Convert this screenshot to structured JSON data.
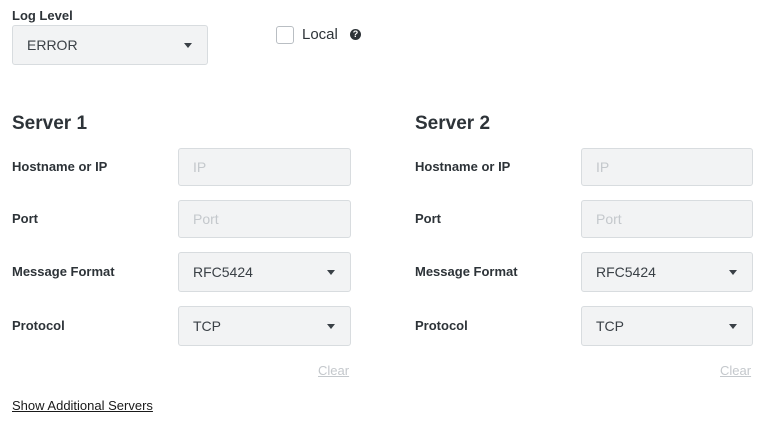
{
  "log_level": {
    "label": "Log Level",
    "selected": "ERROR"
  },
  "local": {
    "label": "Local",
    "checked": false,
    "help_icon": "question-circle-icon"
  },
  "servers": [
    {
      "heading": "Server 1",
      "hostname_label": "Hostname or IP",
      "hostname_value": "",
      "hostname_placeholder": "IP",
      "port_label": "Port",
      "port_value": "",
      "port_placeholder": "Port",
      "format_label": "Message Format",
      "format_selected": "RFC5424",
      "protocol_label": "Protocol",
      "protocol_selected": "TCP",
      "clear_label": "Clear"
    },
    {
      "heading": "Server 2",
      "hostname_label": "Hostname or IP",
      "hostname_value": "",
      "hostname_placeholder": "IP",
      "port_label": "Port",
      "port_value": "",
      "port_placeholder": "Port",
      "format_label": "Message Format",
      "format_selected": "RFC5424",
      "protocol_label": "Protocol",
      "protocol_selected": "TCP",
      "clear_label": "Clear"
    }
  ],
  "show_additional_label": "Show Additional Servers"
}
